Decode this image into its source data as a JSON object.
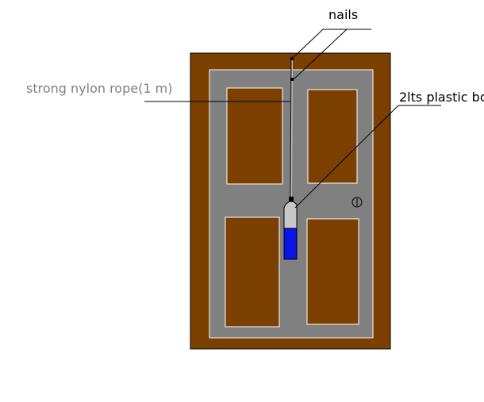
{
  "labels": {
    "nails": "nails",
    "rope": "strong nylon rope(1 m)",
    "bottle": "2lts plastic bo"
  },
  "colors": {
    "door_brown": "#7b3f00",
    "door_gray": "#808080",
    "panel_brown": "#7b3f00",
    "rope_gray": "#c0c0c0",
    "water_blue": "#0a14e6",
    "label_black": "#000000",
    "label_gray": "#808080"
  },
  "icons": {
    "keyhole": "keyhole-icon"
  }
}
